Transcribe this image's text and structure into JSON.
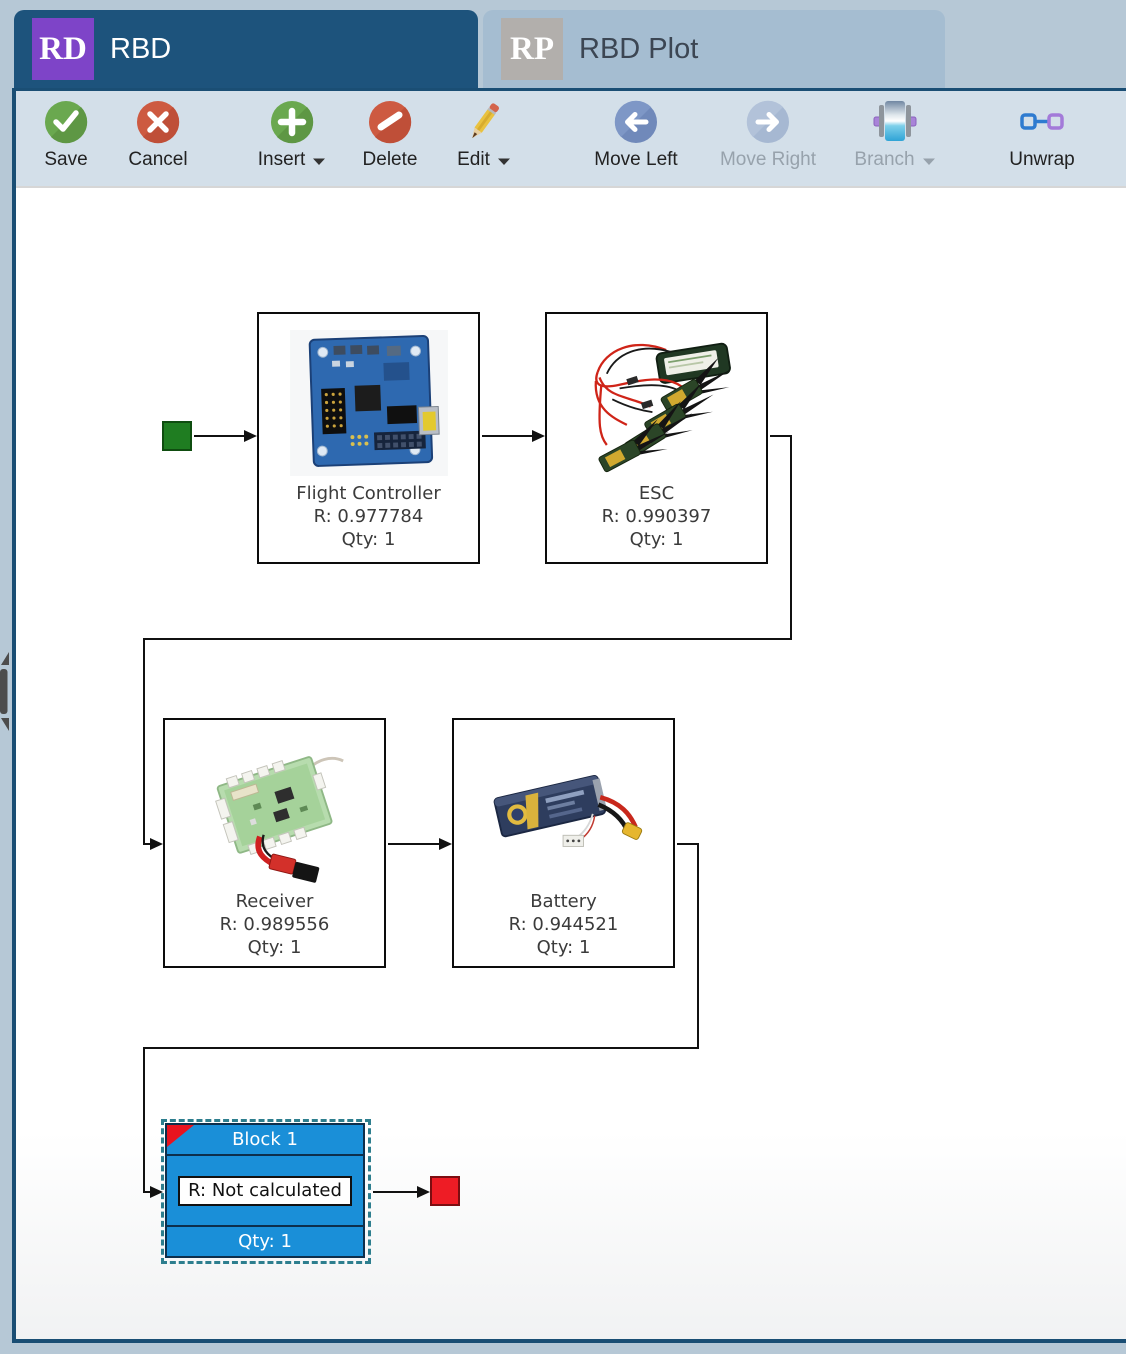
{
  "tabs": [
    {
      "badge": "RD",
      "label": "RBD",
      "state": "active"
    },
    {
      "badge": "RP",
      "label": "RBD Plot",
      "state": "inactive"
    }
  ],
  "toolbar": {
    "buttons": [
      {
        "label": "Save",
        "icon": "check-circle-icon",
        "enabled": true
      },
      {
        "label": "Cancel",
        "icon": "x-circle-icon",
        "enabled": true
      },
      {
        "label": "Insert",
        "icon": "plus-circle-icon",
        "enabled": true,
        "has_dropdown": true
      },
      {
        "label": "Delete",
        "icon": "minus-circle-icon",
        "enabled": true
      },
      {
        "label": "Edit",
        "icon": "pencil-icon",
        "enabled": true,
        "has_dropdown": true
      },
      {
        "label": "Move Left",
        "icon": "arrow-left-circle-icon",
        "enabled": true
      },
      {
        "label": "Move Right",
        "icon": "arrow-right-circle-icon",
        "enabled": false
      },
      {
        "label": "Branch",
        "icon": "branch-icon",
        "enabled": false,
        "has_dropdown": true
      },
      {
        "label": "Unwrap",
        "icon": "unwrap-icon",
        "enabled": true
      }
    ]
  },
  "diagram": {
    "start_node": {
      "shape": "square",
      "color": "#1f7d21"
    },
    "end_node": {
      "shape": "square",
      "color": "#ee1c25"
    },
    "blocks": [
      {
        "name": "Flight Controller",
        "r": "R: 0.977784",
        "qty": "Qty: 1",
        "image": "flight-controller-photo"
      },
      {
        "name": "ESC",
        "r": "R: 0.990397",
        "qty": "Qty: 1",
        "image": "esc-photo"
      },
      {
        "name": "Receiver",
        "r": "R: 0.989556",
        "qty": "Qty: 1",
        "image": "receiver-photo"
      },
      {
        "name": "Battery",
        "r": "R: 0.944521",
        "qty": "Qty: 1",
        "image": "battery-photo"
      }
    ],
    "selected_block": {
      "title": "Block 1",
      "r": "R: Not calculated",
      "qty": "Qty: 1",
      "selected": true
    }
  },
  "colors": {
    "active_tab": "#1d537c",
    "inactive_tab": "#a5bdd1",
    "badge_purple": "#7e44c8",
    "badge_gray": "#b2afac",
    "toolbar_bg": "#d3dfe9",
    "window_border": "#1a4e74",
    "page_bg": "#b6c8d6",
    "selected_block_fill": "#1a8fd8",
    "selection_dash": "#2d7e8e",
    "start_green": "#1f7d21",
    "end_red": "#ee1c25"
  }
}
